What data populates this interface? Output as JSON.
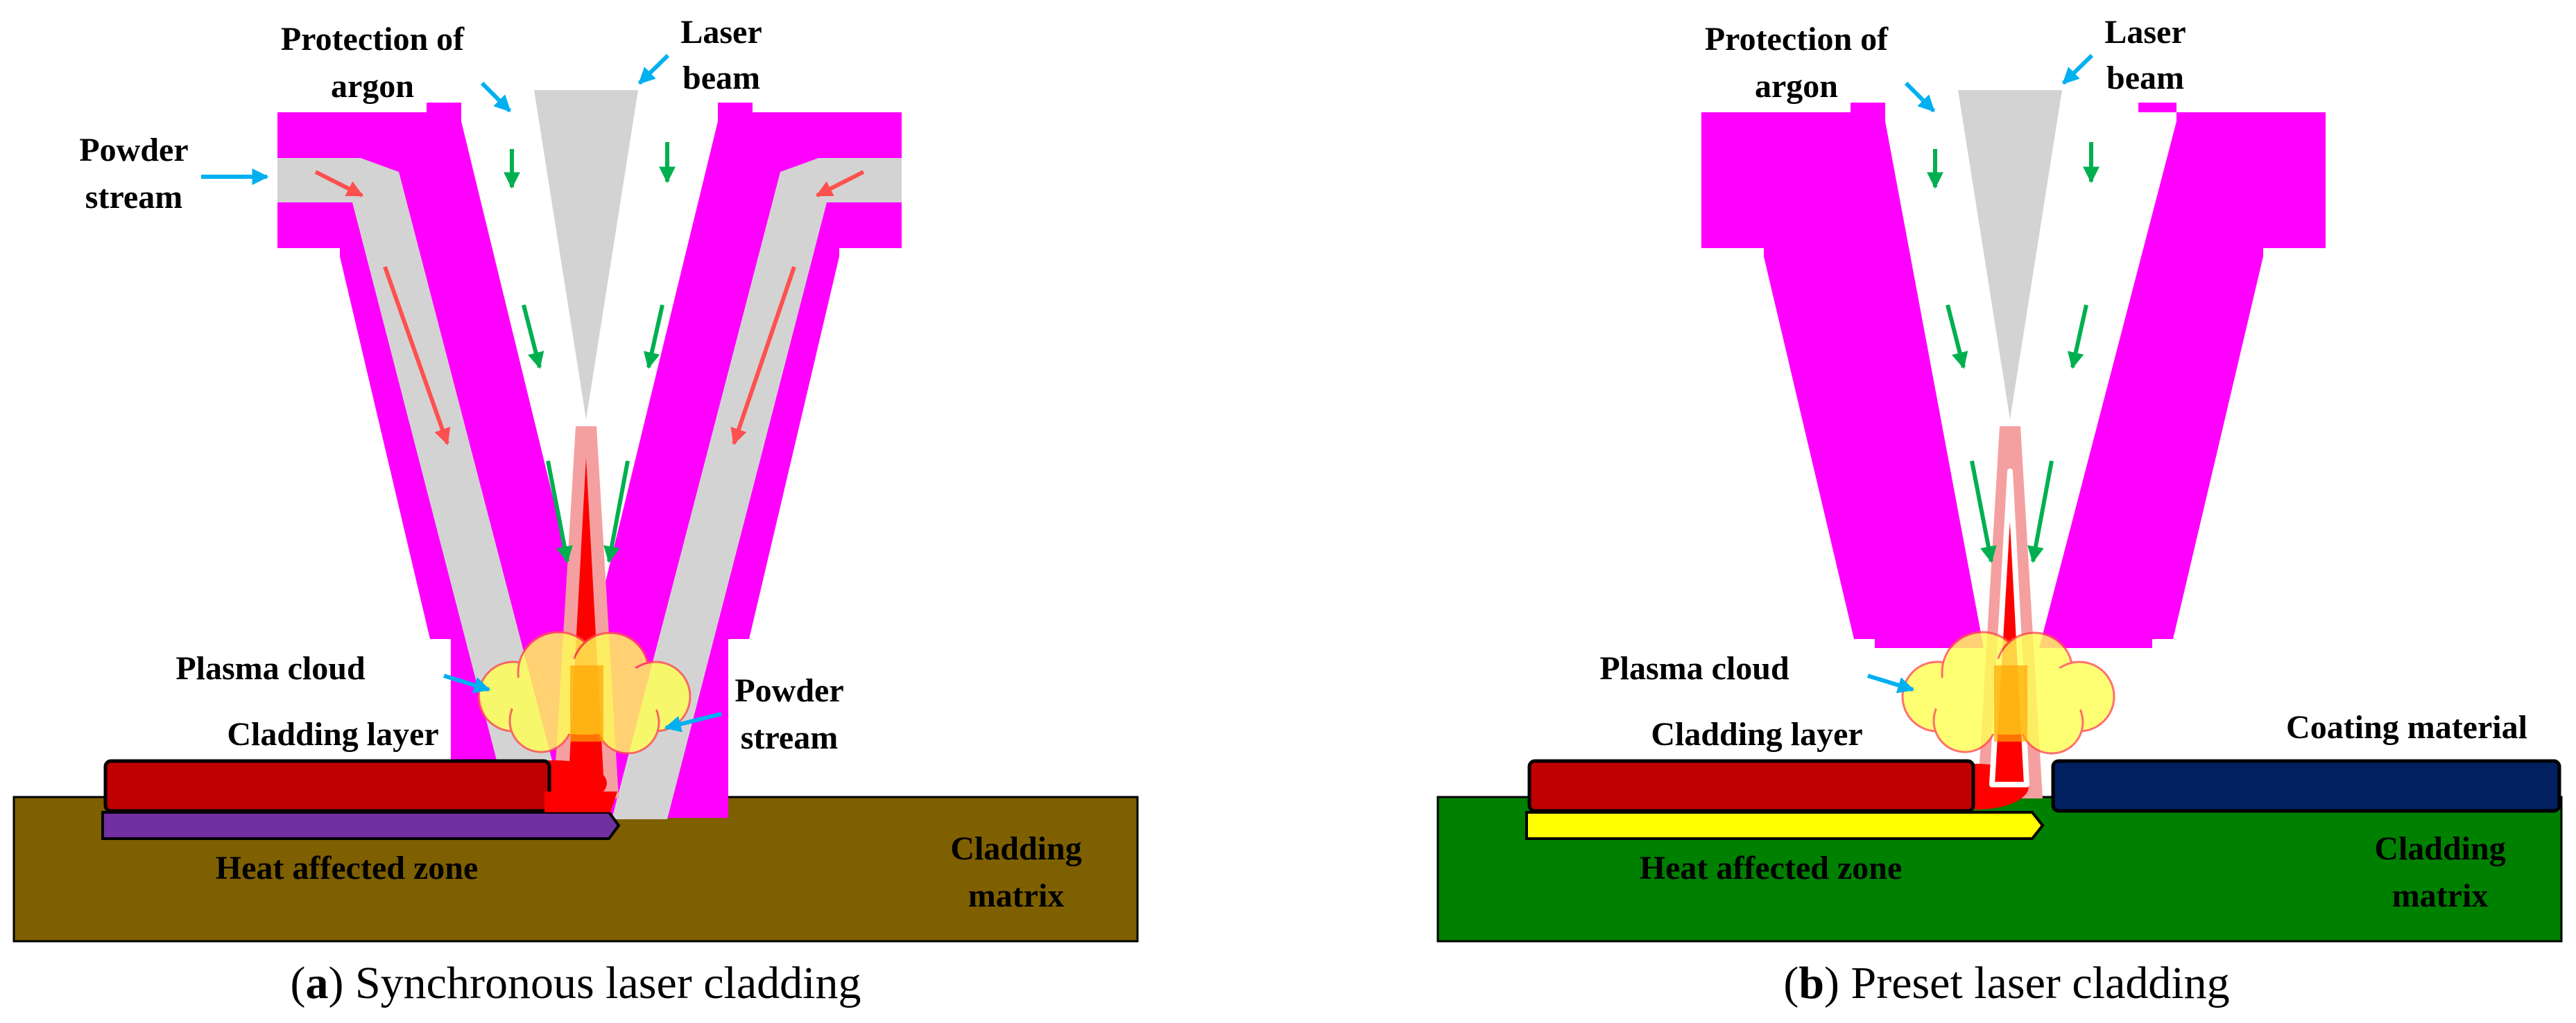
{
  "panel_a": {
    "labels": {
      "protection_line1": "Protection of",
      "protection_line2": "argon",
      "laser_line1": "Laser",
      "laser_line2": "beam",
      "powder_left_line1": "Powder",
      "powder_left_line2": "stream",
      "plasma_cloud": "Plasma cloud",
      "powder_right_line1": "Powder",
      "powder_right_line2": "stream",
      "cladding_layer": "Cladding layer",
      "heat_affected_zone": "Heat affected zone",
      "matrix_line1": "Cladding",
      "matrix_line2": "matrix"
    },
    "caption": {
      "open": "(",
      "letter": "a",
      "rest": ") Synchronous laser cladding"
    }
  },
  "panel_b": {
    "labels": {
      "protection_line1": "Protection of",
      "protection_line2": "argon",
      "laser_line1": "Laser",
      "laser_line2": "beam",
      "plasma_cloud": "Plasma cloud",
      "cladding_layer": "Cladding layer",
      "coating_material": "Coating material",
      "heat_affected_zone": "Heat affected zone",
      "matrix_line1": "Cladding",
      "matrix_line2": "matrix"
    },
    "caption": {
      "open": "(",
      "letter": "b",
      "rest": ") Preset laser cladding"
    }
  },
  "colors": {
    "nozzle": "#FF00FF",
    "laser_beam": "#D3D3D3",
    "powder_channel": "#D3D3D3",
    "plasma_beam": "#F4A0A0",
    "laser_core": "#FF0000",
    "plasma_cloud": "#FFFF55",
    "cladding_layer": "#C00000",
    "heat_affected_zone_a": "#7030A0",
    "heat_affected_zone_b": "#FFFF00",
    "matrix_a": "#7F6000",
    "matrix_b": "#008000",
    "coating_material": "#002060",
    "pointer_arrow": "#00B0F0",
    "gas_arrow": "#00B050",
    "powder_arrow": "#FF5050"
  }
}
